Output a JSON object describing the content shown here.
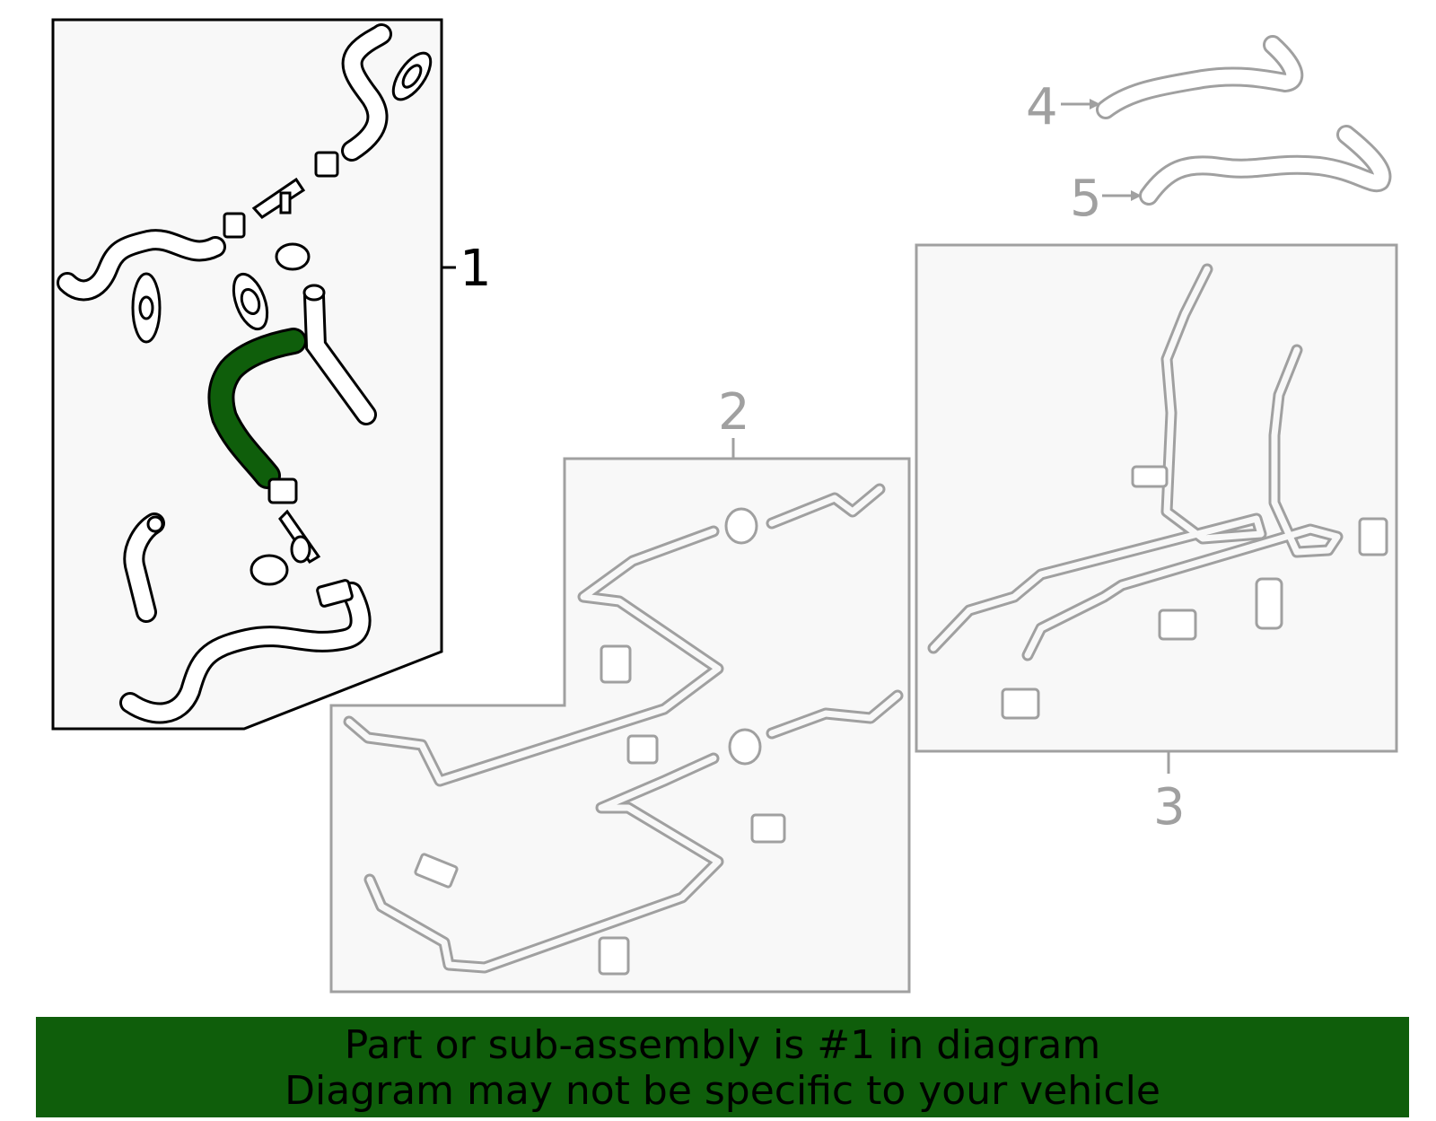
{
  "diagram": {
    "callouts": [
      {
        "id": "1",
        "label": "1"
      },
      {
        "id": "2",
        "label": "2"
      },
      {
        "id": "3",
        "label": "3"
      },
      {
        "id": "4",
        "label": "4"
      },
      {
        "id": "5",
        "label": "5"
      }
    ],
    "highlight_color": "#0f5e0b",
    "active_part_color": "#000000",
    "inactive_part_color": "#a0a0a0"
  },
  "banner": {
    "line1": "Part or sub-assembly is #1 in diagram",
    "line2": "Diagram may not be specific to your vehicle",
    "background": "#0f5e0b"
  }
}
